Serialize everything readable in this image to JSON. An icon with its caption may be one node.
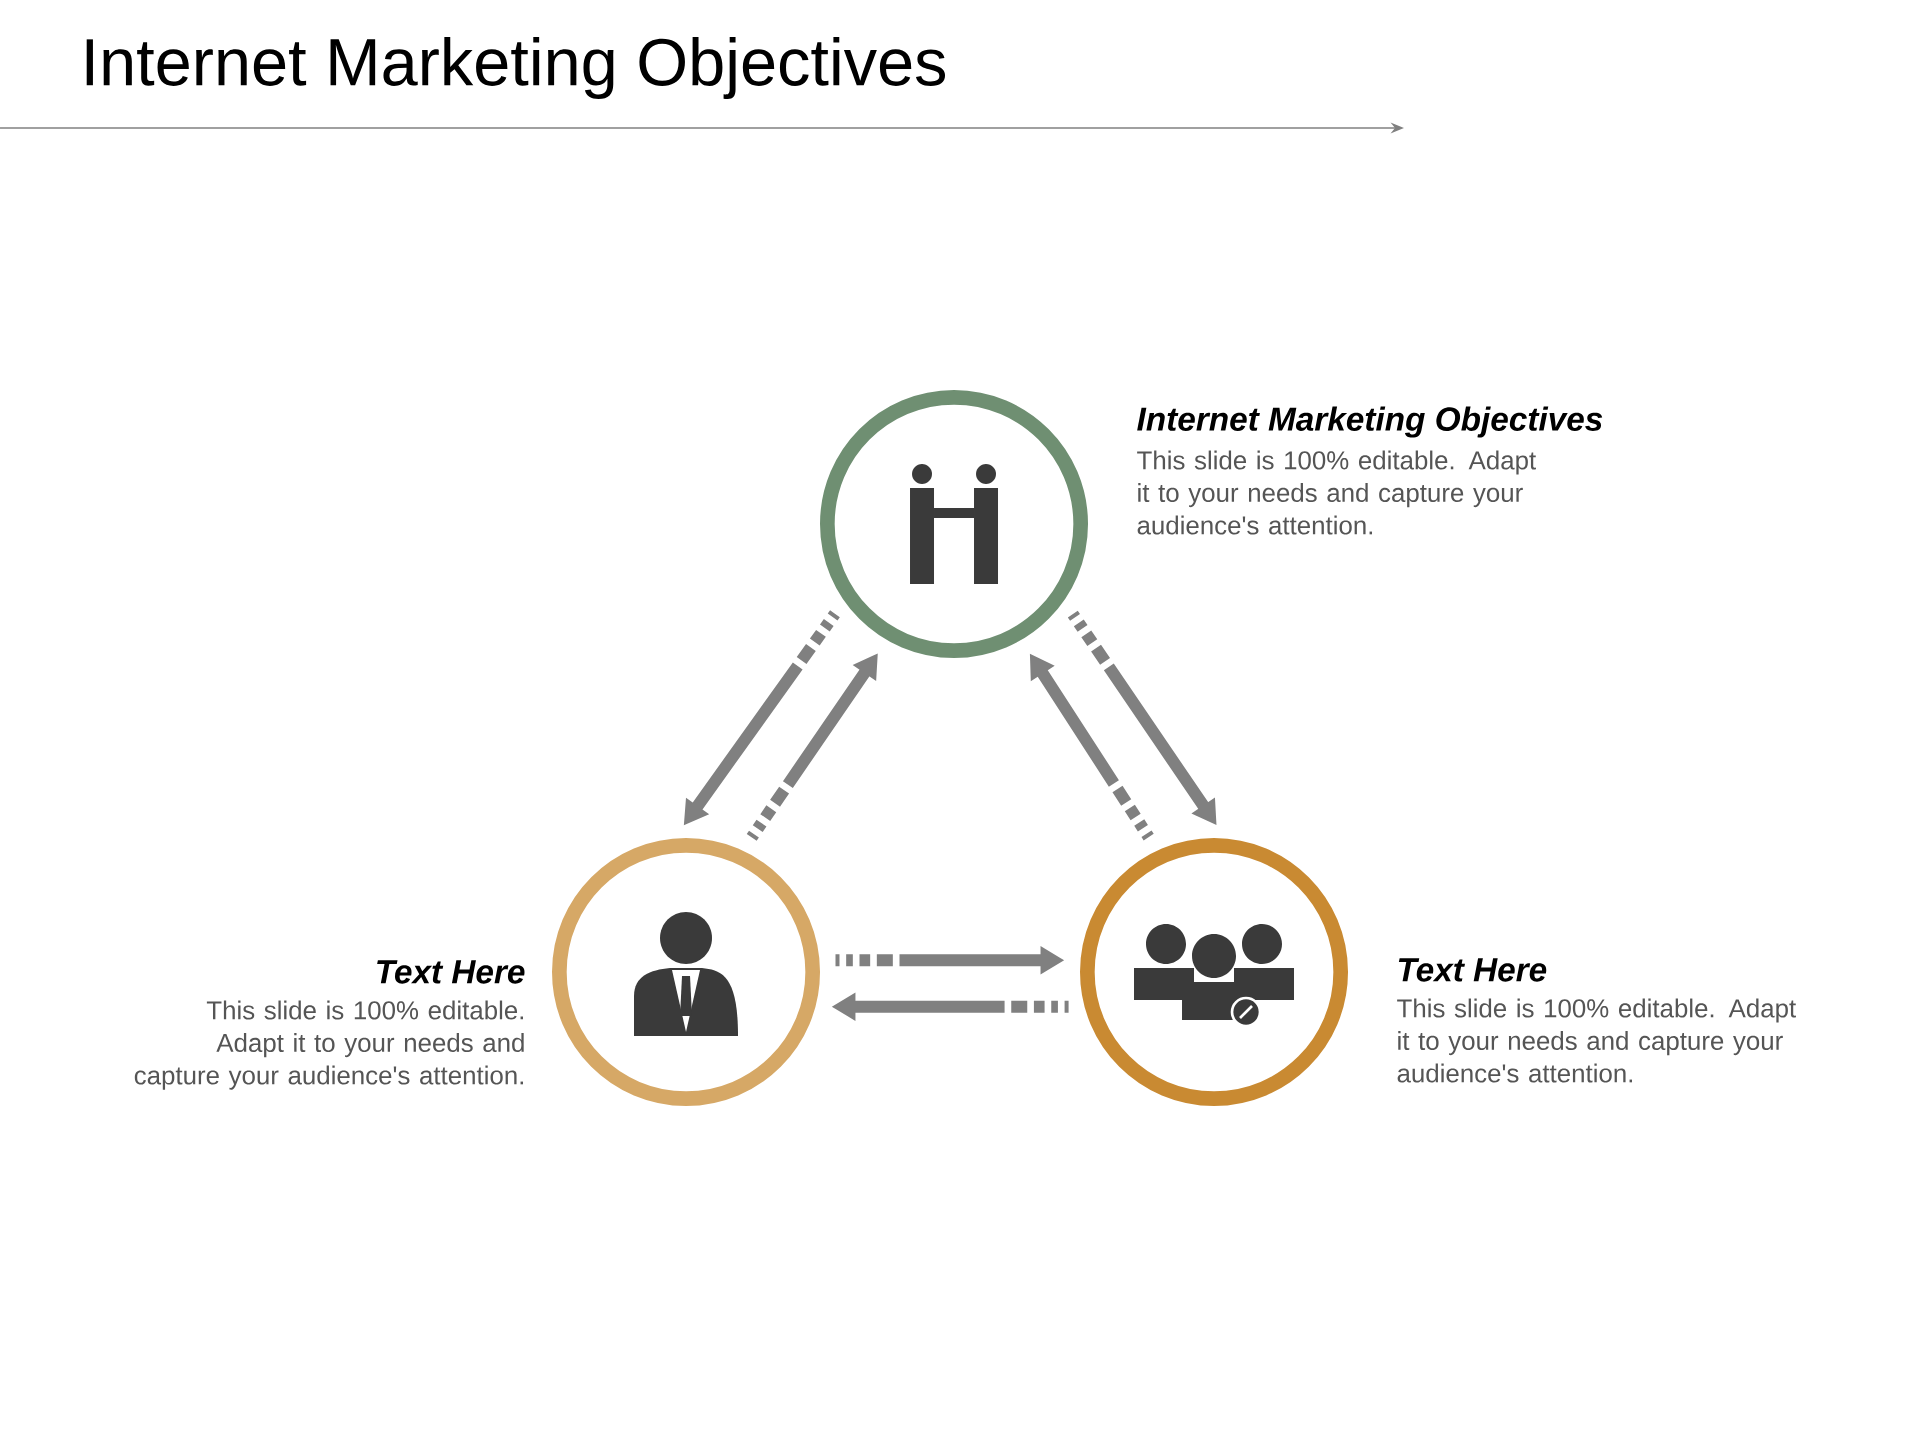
{
  "diagram": {
    "title": "Internet Marketing Objectives",
    "nodes": [
      {
        "text": [],
        "shape": "circle",
        "beside": [
          "Internet Marketing Objectives",
          "This slide is 100% editable. Adapt it to your needs and capture your audience's attention."
        ]
      },
      {
        "text": [],
        "shape": "circle",
        "beside": [
          "Text Here",
          "This slide is 100% editable. Adapt it to your needs and capture your audience's attention."
        ]
      },
      {
        "text": [],
        "shape": "circle",
        "beside": [
          "Text Here",
          "This slide is 100% editable. Adapt it to your needs and capture your audience's attention."
        ]
      }
    ],
    "edges": [
      {
        "from": 0,
        "to": 1,
        "arrow": "to",
        "style": "dashed"
      },
      {
        "from": 1,
        "to": 0,
        "arrow": "to",
        "style": "dashed"
      },
      {
        "from": 2,
        "to": 0,
        "arrow": "to",
        "style": "dashed"
      },
      {
        "from": 0,
        "to": 2,
        "arrow": "to",
        "style": "dashed"
      },
      {
        "from": 1,
        "to": 2,
        "arrow": "to",
        "style": "dashed"
      },
      {
        "from": 2,
        "to": 1,
        "arrow": "to",
        "style": "dashed"
      }
    ]
  }
}
